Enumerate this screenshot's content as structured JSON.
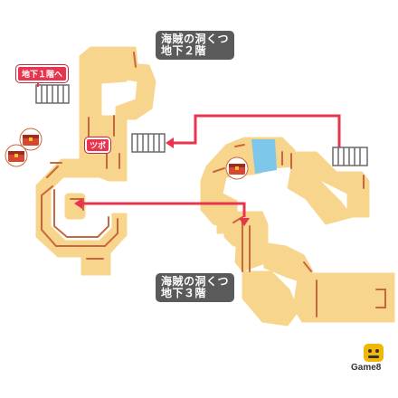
{
  "labels": {
    "floor_b2": "海賊の洞くつ\n地下２階",
    "floor_b3": "海賊の洞くつ\n地下３階",
    "to_b1": "地下１階へ",
    "pot": "ツボ"
  },
  "brand": {
    "name": "Game8",
    "color": "#f2b705"
  },
  "colors": {
    "floor": "#f7d58c",
    "wall_line": "#c9663e",
    "arrow": "#e8344e",
    "water": "#7cc7ea",
    "label_bg": "#5a5a5a"
  },
  "icons": [
    "stairs-icon",
    "treasure-chest-icon",
    "arrow-icon",
    "game8-logo-icon"
  ]
}
